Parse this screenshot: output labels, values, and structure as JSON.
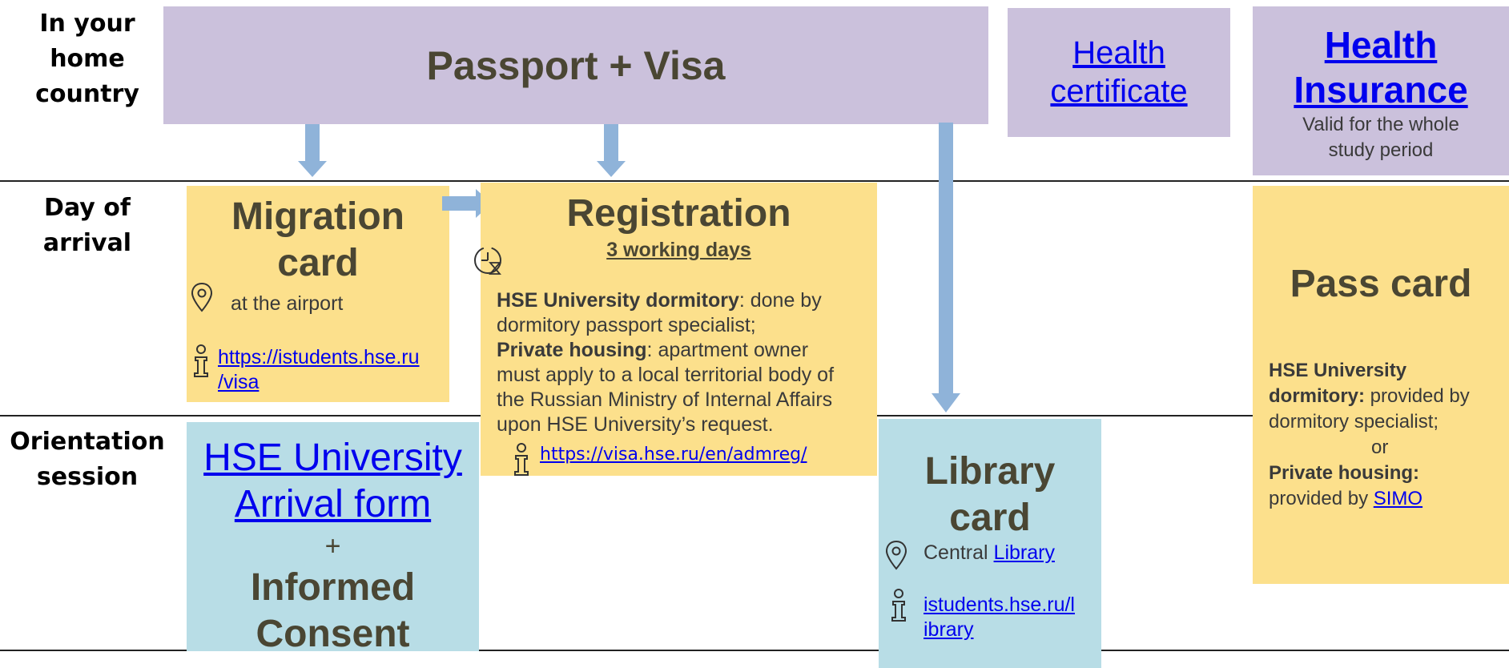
{
  "rows": [
    {
      "label_lines": [
        "In your",
        "home",
        "country"
      ]
    },
    {
      "label_lines": [
        "Day of",
        "arrival"
      ]
    },
    {
      "label_lines": [
        "Orientation",
        "session"
      ]
    }
  ],
  "passport": {
    "title": "Passport + Visa"
  },
  "health_certificate": {
    "title_lines": [
      "Health",
      "certificate"
    ]
  },
  "health_insurance": {
    "title_lines": [
      "Health",
      "Insurance"
    ],
    "sub_lines": [
      "Valid for the whole",
      "study period"
    ]
  },
  "migration": {
    "title_lines": [
      "Migration",
      "card"
    ],
    "location": "at the airport",
    "link_lines": [
      "https://istudents.hse.ru",
      "/visa"
    ]
  },
  "registration": {
    "title": "Registration",
    "subtitle": "3 working days",
    "dorm_bold": "HSE University dormitory",
    "dorm_text_1": ": done by",
    "dorm_text_2": "dormitory passport specialist;",
    "private_bold": "Private housing",
    "private_text_1": ": apartment owner",
    "private_lines": [
      "must apply to a local territorial body of",
      "the Russian Ministry of Internal Affairs",
      "upon HSE University’s   request."
    ],
    "link": "https://visa.hse.ru/en/admreg/"
  },
  "pass_card": {
    "title": "Pass card",
    "dorm_bold_1": "HSE University",
    "dorm_bold_2": "dormitory:",
    "dorm_text_1": " provided by",
    "dorm_text_2": "dormitory specialist;",
    "or": "or",
    "private_bold": "Private housing:",
    "private_text": "provided by ",
    "private_link": "SIMO"
  },
  "arrival_form": {
    "link_lines": [
      "HSE University",
      "Arrival form"
    ],
    "plus": "+",
    "consent_lines": [
      "Informed",
      "Consent"
    ]
  },
  "library": {
    "title_lines": [
      "Library",
      "card"
    ],
    "location_text": "Central ",
    "location_link": "Library",
    "link_lines": [
      "istudents.hse.ru/l",
      "ibrary"
    ]
  },
  "colors": {
    "purple": "#cbc1dc",
    "yellow": "#fce08c",
    "blue": "#b8dde6",
    "arrow": "#8fb3d9",
    "link": "#0000ee",
    "title": "#4a4633"
  },
  "icons": [
    "location-pin-icon",
    "info-person-icon",
    "clock-hourglass-icon",
    "down-arrow-icon",
    "right-arrow-icon"
  ]
}
